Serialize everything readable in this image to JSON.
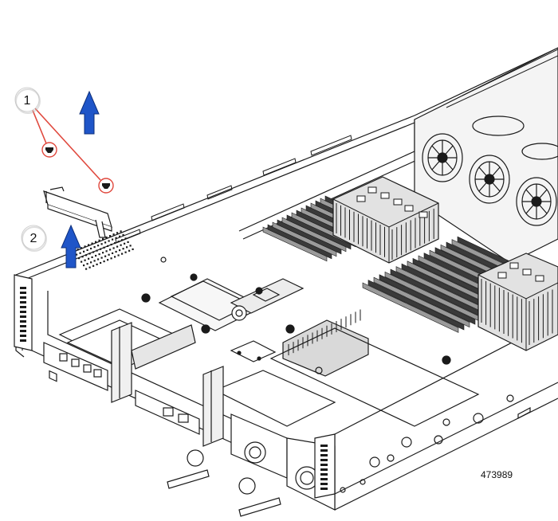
{
  "callouts": [
    {
      "label": "1",
      "description": ""
    },
    {
      "label": "2",
      "description": ""
    }
  ],
  "figure_id": "473989",
  "colors": {
    "arrow_blue": "#1f55c8",
    "leader_red": "#e0483d",
    "line_black": "#1a1a1a",
    "heatsink_gray": "#d9d9d9",
    "dimm_dark": "#3a3a3a"
  },
  "icons": [
    "up-arrow-icon",
    "screw-icon",
    "fan-icon",
    "heatsink-icon"
  ]
}
